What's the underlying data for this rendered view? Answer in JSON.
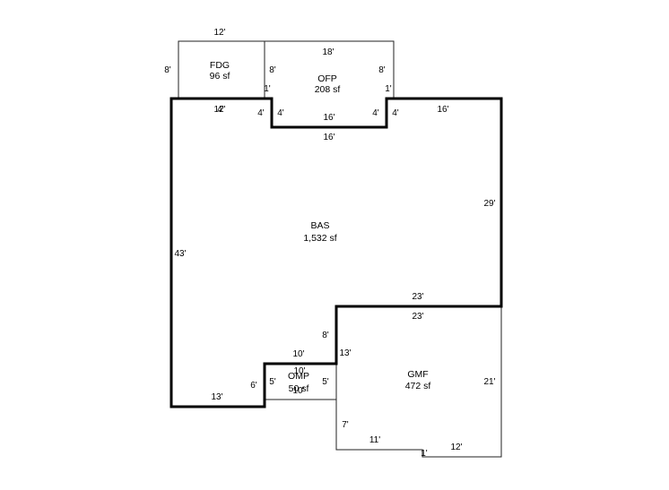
{
  "areas": {
    "fdg": {
      "name": "FDG",
      "size": "96 sf"
    },
    "ofp": {
      "name": "OFP",
      "size": "208 sf"
    },
    "bas": {
      "name": "BAS",
      "size": "1,532 sf"
    },
    "gmf": {
      "name": "GMF",
      "size": "472 sf"
    },
    "omp": {
      "name": "OMP",
      "size": "50 sf"
    }
  },
  "dimensions": {
    "fdg_top": "12'",
    "fdg_left": "8'",
    "fdg_bottom_a": "12'",
    "fdg_bottom_b": "4'",
    "ofp_top": "18'",
    "ofp_left": "8'",
    "ofp_right": "8'",
    "ofp_one_left": "1'",
    "ofp_one_right": "1'",
    "notch_left_outer": "4'",
    "notch_left_inner": "4'",
    "notch_bottom_inner": "16'",
    "notch_right_inner": "4'",
    "notch_right_outer": "4'",
    "notch_bottom_outer": "16'",
    "bas_top_right": "16'",
    "bas_right": "29'",
    "bas_left": "43'",
    "bas_step_top": "23'",
    "gmf_top": "23'",
    "bas_step_left": "8'",
    "gmf_left_upper": "13'",
    "omp_top": "10'",
    "omp_top_inner": "10'",
    "omp_bottom": "10'",
    "omp_left": "5'",
    "omp_right": "5'",
    "bas_step_small": "6'",
    "bas_bottom": "13'",
    "gmf_right": "21'",
    "gmf_left_lower": "7'",
    "gmf_bottom_left": "11'",
    "gmf_bottom_notch": "1'",
    "gmf_bottom_right": "12'"
  }
}
